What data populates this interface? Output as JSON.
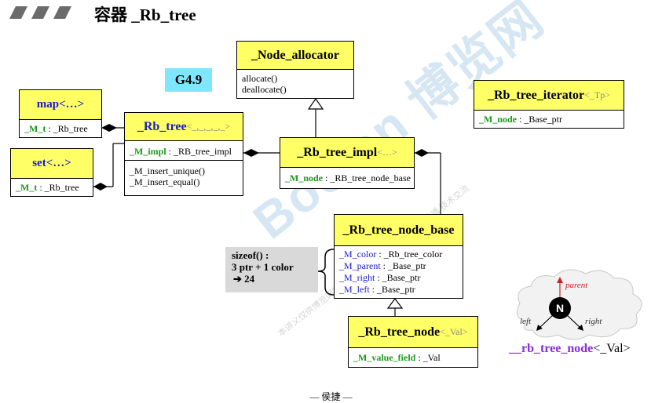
{
  "page": {
    "title": "容器 _Rb_tree",
    "footer": "— 侯捷 —"
  },
  "watermark": {
    "main": "Boolan 博览网",
    "sub": "本讲义仅供博览网学员学习 未经授权 禁止转载与传播 技术交流"
  },
  "badge": {
    "label": "G4.9"
  },
  "node_allocator": {
    "title": "_Node_allocator",
    "methods": [
      "allocate()",
      "deallocate()"
    ]
  },
  "map": {
    "title": "map<…>",
    "field_name": "_M_t",
    "field_type": ": _Rb_tree"
  },
  "set": {
    "title": "set<…>",
    "field_name": "_M_t",
    "field_type": ": _Rb_tree"
  },
  "rb_tree": {
    "title": "_Rb_tree",
    "tparams": "<_,_,_,_,_>",
    "field_name": "_M_impl",
    "field_type": ": _RB_tree_impl",
    "methods": [
      "_M_insert_unique()",
      "_M_insert_equal()"
    ]
  },
  "rb_tree_impl": {
    "title": "_Rb_tree_impl",
    "tparams": "<…>",
    "field_name": "_M_node",
    "field_type": ": _RB_tree_node_base"
  },
  "rb_tree_iterator": {
    "title": "_Rb_tree_iterator",
    "tparams": "<_Tp>",
    "field_name": "_M_node",
    "field_type": ": _Base_ptr"
  },
  "node_base": {
    "title": "_Rb_tree_node_base",
    "fields": [
      {
        "name": "_M_color",
        "type": ": _Rb_tree_color"
      },
      {
        "name": "_M_parent",
        "type": ": _Base_ptr"
      },
      {
        "name": "_M_right",
        "type": ": _Base_ptr"
      },
      {
        "name": "_M_left",
        "type": ": _Base_ptr"
      }
    ]
  },
  "sizeof_note": {
    "line1": "sizeof() :",
    "line2": "3 ptr + 1 color",
    "line3": "➔ 24"
  },
  "rb_tree_node": {
    "title": "_Rb_tree_node",
    "tparams": "<_Val>",
    "field_name": "_M_value_field",
    "field_type": ": _Val"
  },
  "node_figure": {
    "center": "N",
    "parent": "parent",
    "left": "left",
    "right": "right",
    "caption_main": "__rb_tree_node",
    "caption_tparam": "<_Val>"
  },
  "colors": {
    "header_yellow": "#ffff66",
    "field_green": "#1a9a1a",
    "badge_cyan": "#7fe6ff",
    "caption_purple": "#8a2be2",
    "parent_red": "#cc2222"
  }
}
